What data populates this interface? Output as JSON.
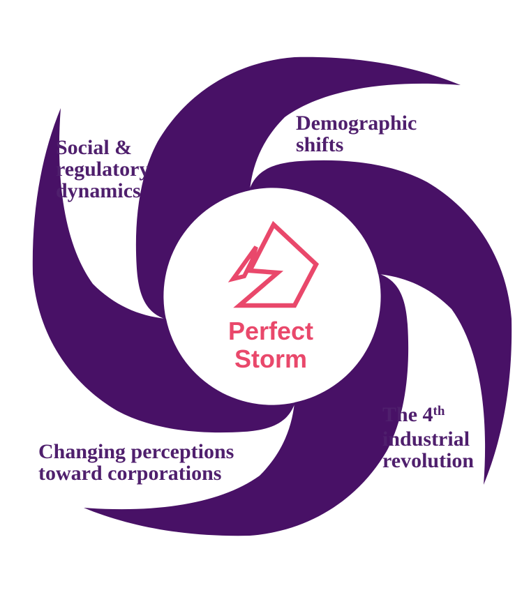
{
  "diagram": {
    "name": "perfect-storm-swirl-diagram",
    "center": {
      "icon": "lightning-bolt-icon",
      "title_line1": "Perfect",
      "title_line2": "Storm"
    },
    "factors": {
      "social": {
        "line1": "Social &",
        "line2": "regulatory",
        "line3": "dynamics"
      },
      "demographic": {
        "line1": "Demographic",
        "line2": "shifts"
      },
      "industrial": {
        "line1_pre": "The 4",
        "line1_sup": "th",
        "line2": "industrial",
        "line3": "revolution"
      },
      "perceptions": {
        "line1": "Changing perceptions",
        "line2": "toward corporations"
      }
    }
  },
  "colors": {
    "swirl_purple": "#481166",
    "label_purple": "#4f1f6d",
    "accent_pink": "#e9486b",
    "background": "#ffffff"
  }
}
